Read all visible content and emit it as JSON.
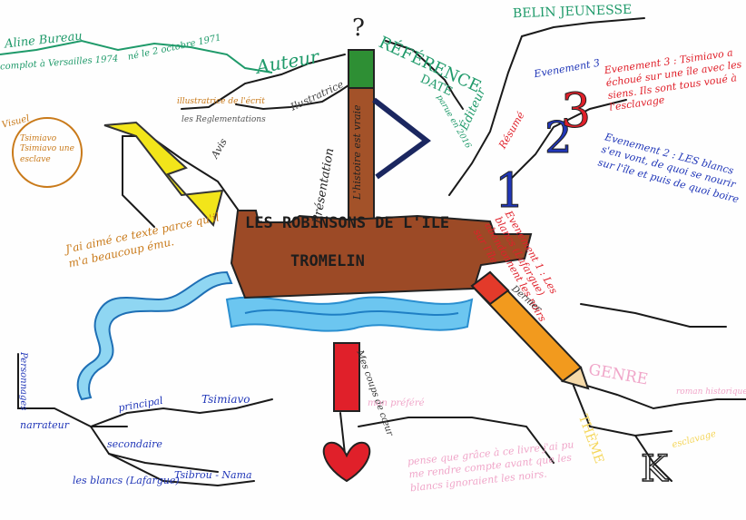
{
  "colors": {
    "hull": "#9c4a26",
    "mast": "#a35229",
    "flag": "#2e8f34",
    "water": "#3fa8e6",
    "bolt": "#f2e51a",
    "teal": "#1f9a6a",
    "orange": "#c97a1a",
    "red": "#e0202a",
    "blue": "#2036b8",
    "pink": "#f0a6c9",
    "ink": "#1a1a1a"
  },
  "center": {
    "line1": "LES ROBINSONS DE L'ILE",
    "line2": "TROMELIN"
  },
  "mast_text": "Présentation",
  "mast_text2": "L'histoire est vraie",
  "question": "?",
  "branches": {
    "auteur": {
      "label": "Auteur",
      "items": [
        "Aline Bureau",
        "complot à Versailles 1974",
        "né le 2 octobre 1971"
      ]
    },
    "illustratrice": {
      "label": "Ilustratrice",
      "items": [
        "illustratrice de l'écrit",
        "les Reglementations"
      ]
    },
    "reference": {
      "label": "RÉFÉRENCE",
      "items": [
        "BELIN JEUNESSE",
        "Éditeur",
        "DATE",
        "parue en 2016"
      ]
    },
    "resume": {
      "label": "Résumé",
      "items": [
        "Evenement 1",
        "Evenement 2",
        "Evenement 3"
      ]
    },
    "evenements": [
      "Evenement 3 : Tsimiavo a échoué sur une île avec les siens. Ils sont tous voué à l'esclavage",
      "Evenement 2 : LES blancs s'en vont, de quoi se nourir sur l'île et puis de quoi boire",
      "Evenement 1 : Les blancs (Lafargue) abandonnent les noirs sur l'île"
    ],
    "avis": {
      "label": "Avis",
      "text": "J'ai aimé ce texte parce qu'il m'a beaucoup ému."
    },
    "visuel": {
      "label": "Visuel",
      "text": "Tsimiavo Tsimiavo une esclave"
    },
    "personnages": {
      "label": "Personnages",
      "items": [
        "principal",
        "Tsimiavo",
        "narrateur",
        "secondaire",
        "les blancs (Lafargue)",
        "Tsibrou - Nama"
      ]
    },
    "genre": {
      "label": "GENRE",
      "items": [
        "roman historique",
        "THÈME",
        "esclavage"
      ]
    },
    "coeur": {
      "label": "Mes coups de cœur",
      "items": [
        "mon préféré",
        "pense que grâce à ce livre j'ai pu me rendre compte avant que les blancs ignoraient les noirs."
      ]
    },
    "dernier": "Dernier"
  }
}
